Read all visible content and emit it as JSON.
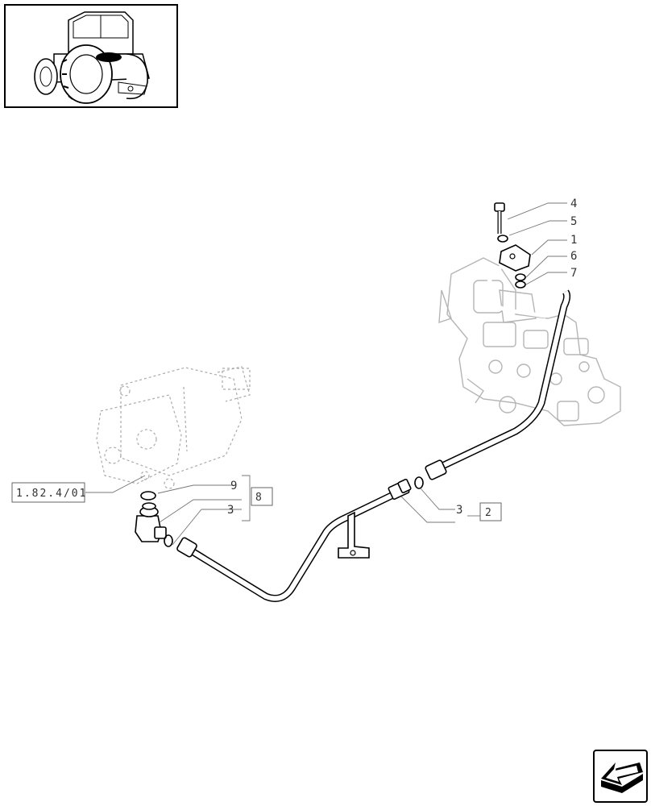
{
  "diagram": {
    "callouts": {
      "c4": "4",
      "c5": "5",
      "c1": "1",
      "c6": "6",
      "c7": "7",
      "c9": "9",
      "c3_left": "3",
      "c3_right": "3"
    },
    "references": {
      "ref_group": "1.82.4/01",
      "ref_box_8": "8",
      "ref_box_2": "2"
    }
  },
  "thumbnail": {
    "icon": "tractor-icon",
    "highlight_color": "#000000"
  },
  "navigation": {
    "icon": "arrow-back-icon"
  }
}
